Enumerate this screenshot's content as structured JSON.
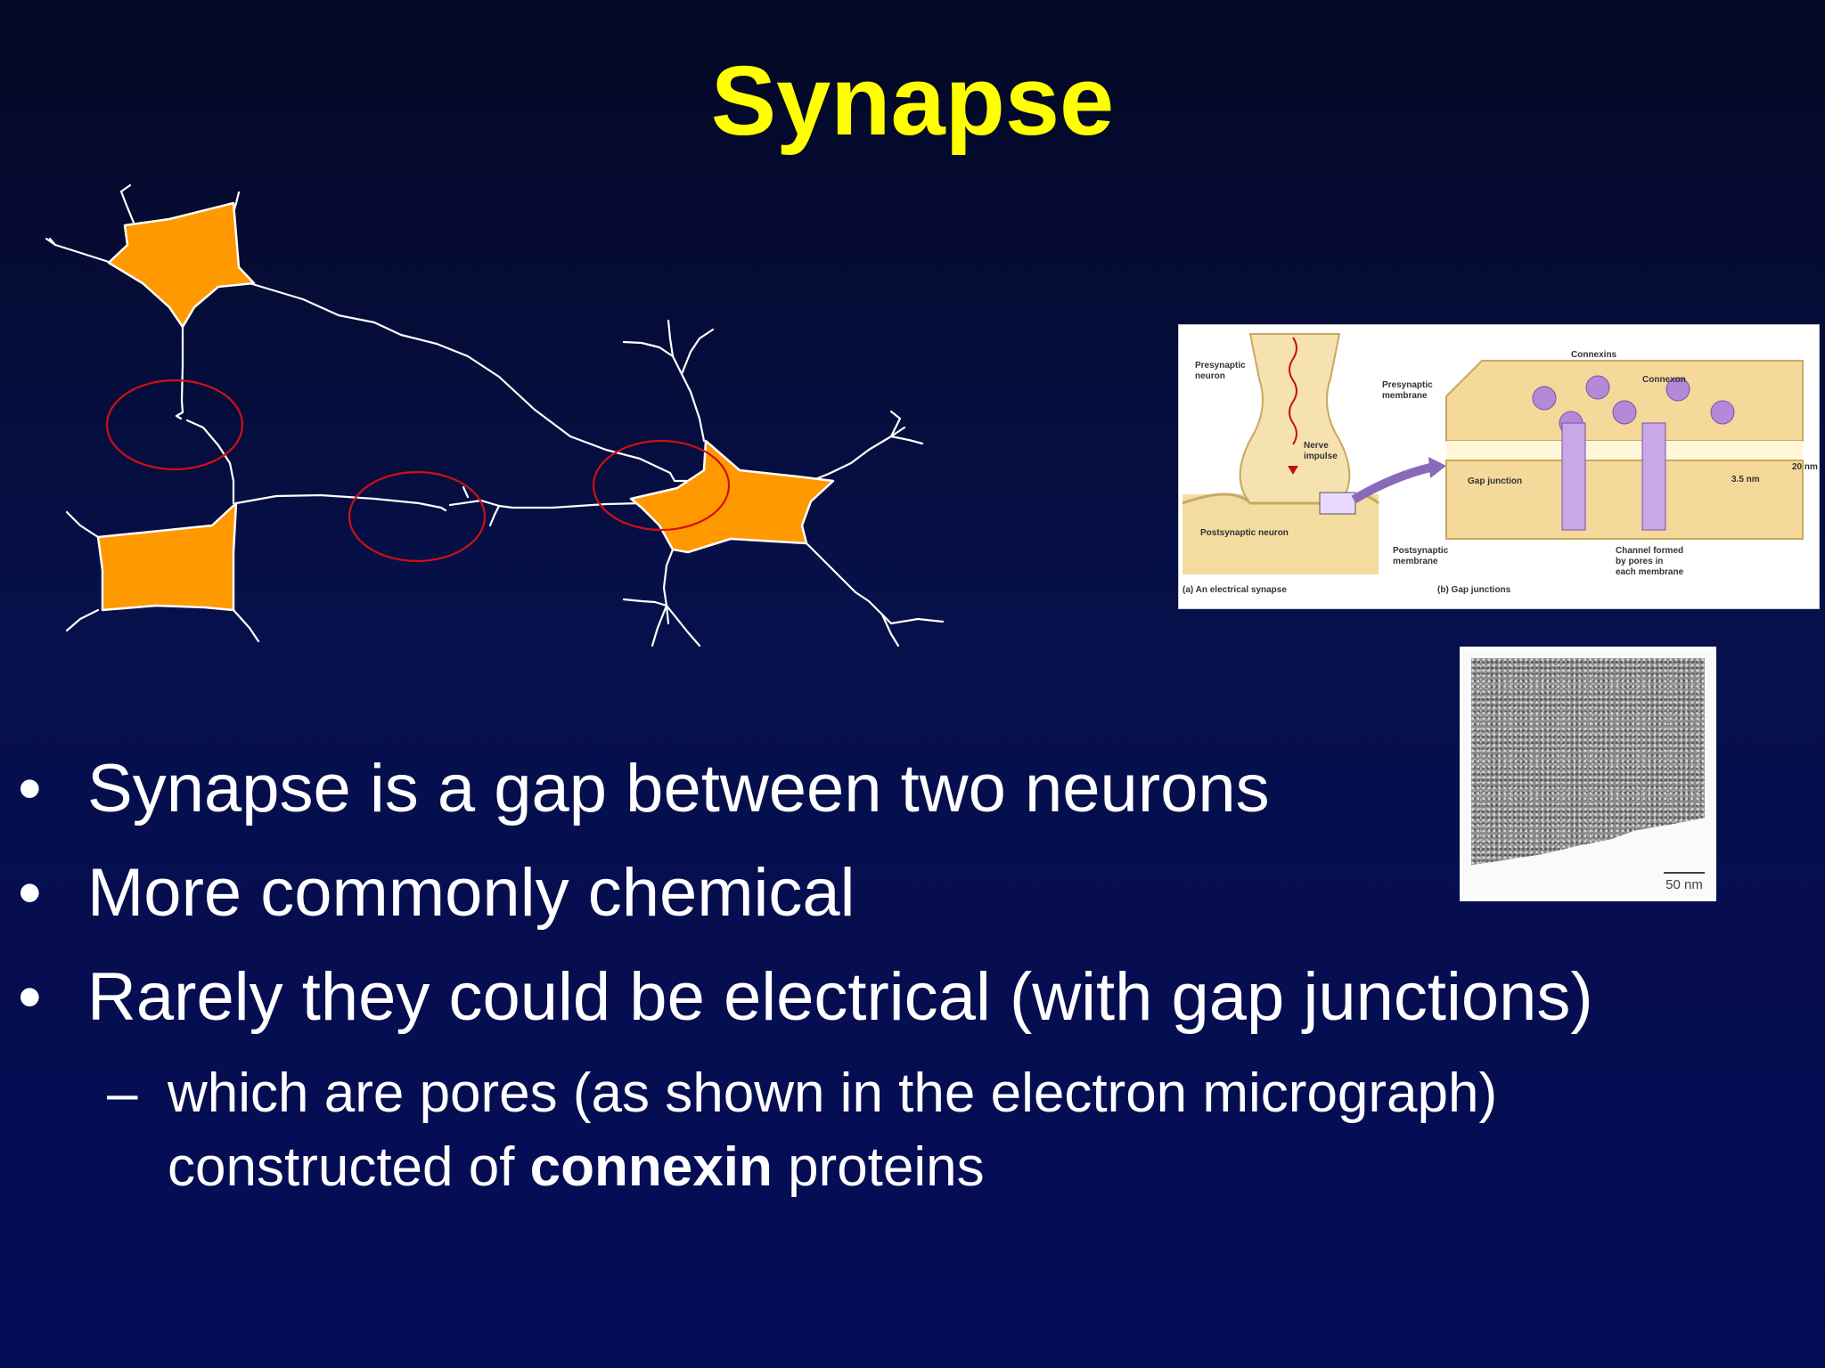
{
  "slide": {
    "title": "Synapse",
    "bullets": [
      "Synapse is a gap between two neurons",
      "More commonly chemical",
      "Rarely they could be electrical (with gap junctions)"
    ],
    "bullet_symbol": "•",
    "sub_symbol": "–",
    "sub_bullet": {
      "line1": "which are pores (as shown in the electron micrograph)",
      "prefix": "constructed of ",
      "bold": "connexin",
      "suffix": " proteins"
    }
  },
  "diagram": {
    "labels": {
      "presynaptic_neuron": [
        "Presynaptic",
        "neuron"
      ],
      "nerve_impulse": [
        "Nerve",
        "impulse"
      ],
      "postsynaptic_neuron": "Postsynaptic neuron",
      "caption_a": "(a) An electrical synapse",
      "presynaptic_membrane": [
        "Presynaptic",
        "membrane"
      ],
      "connexins": "Connexins",
      "connexon": "Connexon",
      "gap_junction": "Gap junction",
      "postsynaptic_membrane": [
        "Postsynaptic",
        "membrane"
      ],
      "channel": [
        "Channel formed",
        "by pores in",
        "each membrane"
      ],
      "measure_small": "3.5 nm",
      "measure_large": "20 nm",
      "caption_b": "(b) Gap junctions"
    }
  },
  "micrograph": {
    "scale_label": "50 nm"
  },
  "colors": {
    "background": "#06104a",
    "title": "#ffff00",
    "soma": "#ff9900",
    "circle": "#d01010",
    "text": "#ffffff"
  }
}
